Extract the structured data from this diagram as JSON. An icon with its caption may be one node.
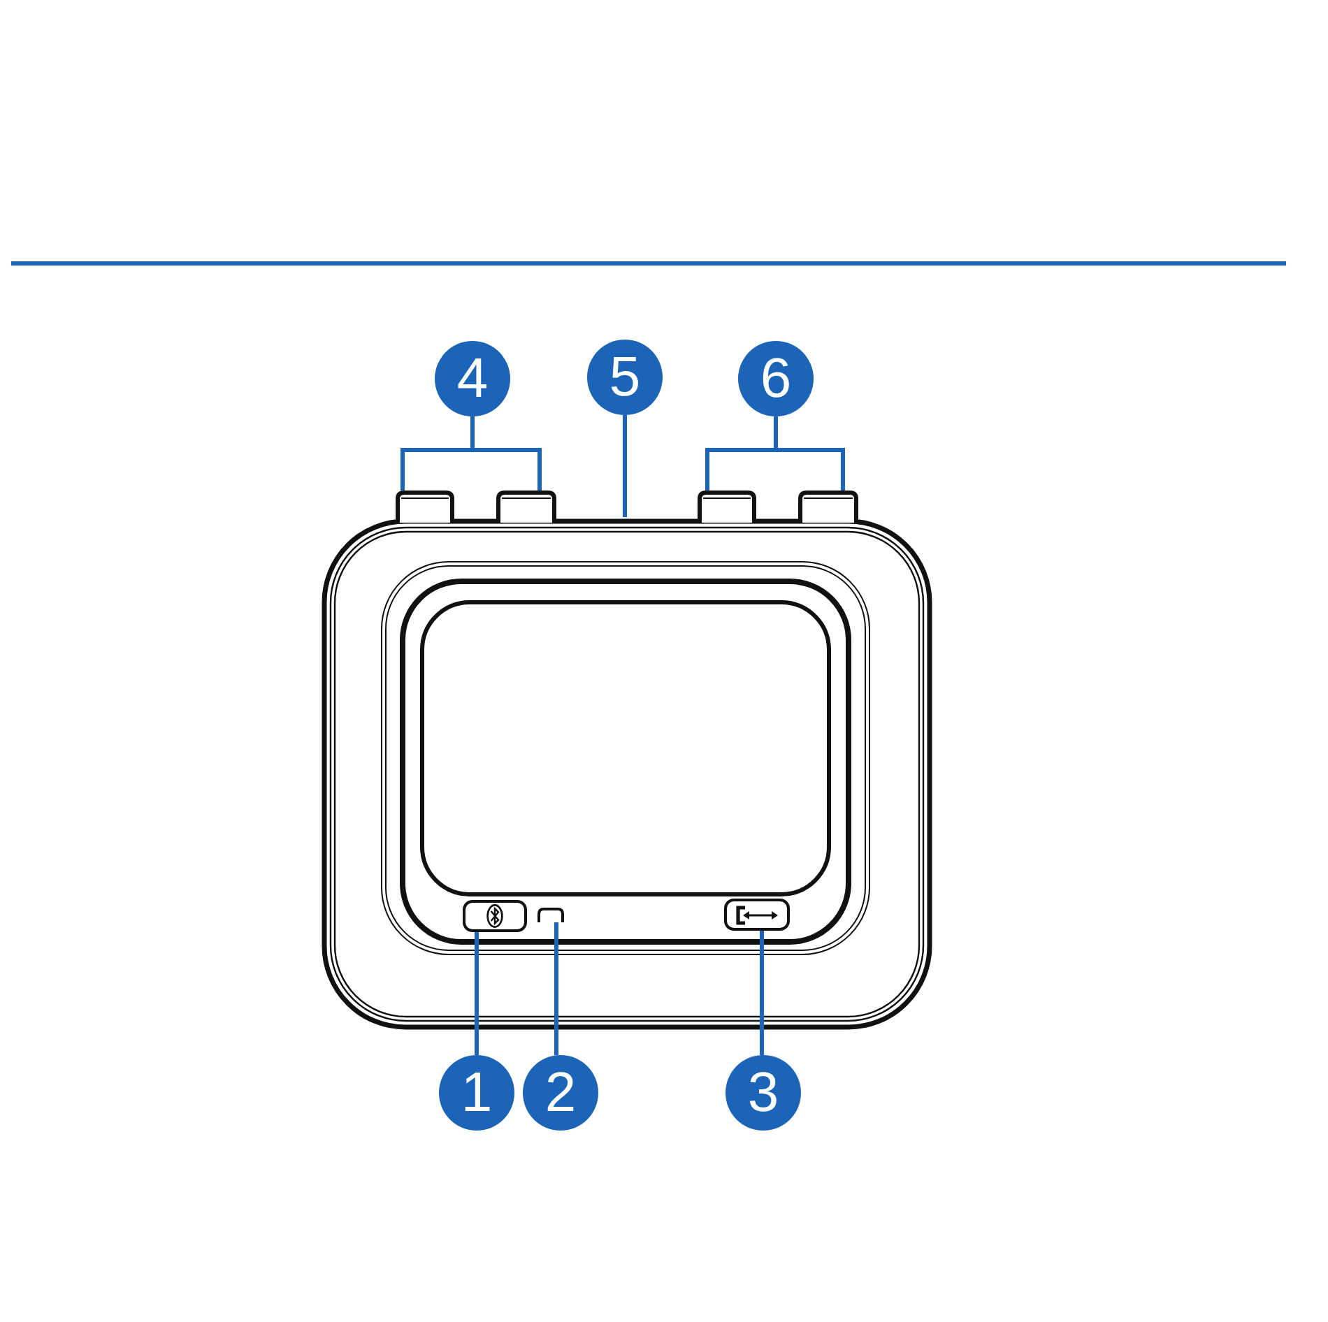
{
  "diagram": {
    "nodes": [
      {
        "text": [
          "4"
        ]
      },
      {
        "text": [
          "5"
        ]
      },
      {
        "text": [
          "6"
        ]
      },
      {
        "text": [],
        "shape": "box"
      },
      {
        "text": [],
        "shape": "box"
      },
      {
        "text": [],
        "shape": "box"
      },
      {
        "text": [],
        "shape": "box"
      },
      {
        "text": [],
        "shape": "box"
      },
      {
        "text": [],
        "shape": "box"
      },
      {
        "text": [],
        "shape": "box"
      },
      {
        "text": [
          "1"
        ]
      },
      {
        "text": [
          "2"
        ]
      },
      {
        "text": [
          "3"
        ]
      }
    ],
    "edges": [
      {
        "from": 0,
        "to": 3,
        "arrow": "none"
      },
      {
        "from": 0,
        "to": 4,
        "arrow": "none"
      },
      {
        "from": 1,
        "to": null,
        "arrow": "none"
      },
      {
        "from": 2,
        "to": 5,
        "arrow": "none"
      },
      {
        "from": 2,
        "to": 6,
        "arrow": "none"
      },
      {
        "from": 10,
        "to": 7,
        "arrow": "none"
      },
      {
        "from": 11,
        "to": 8,
        "arrow": "none"
      },
      {
        "from": 12,
        "to": 9,
        "arrow": "none"
      }
    ]
  }
}
